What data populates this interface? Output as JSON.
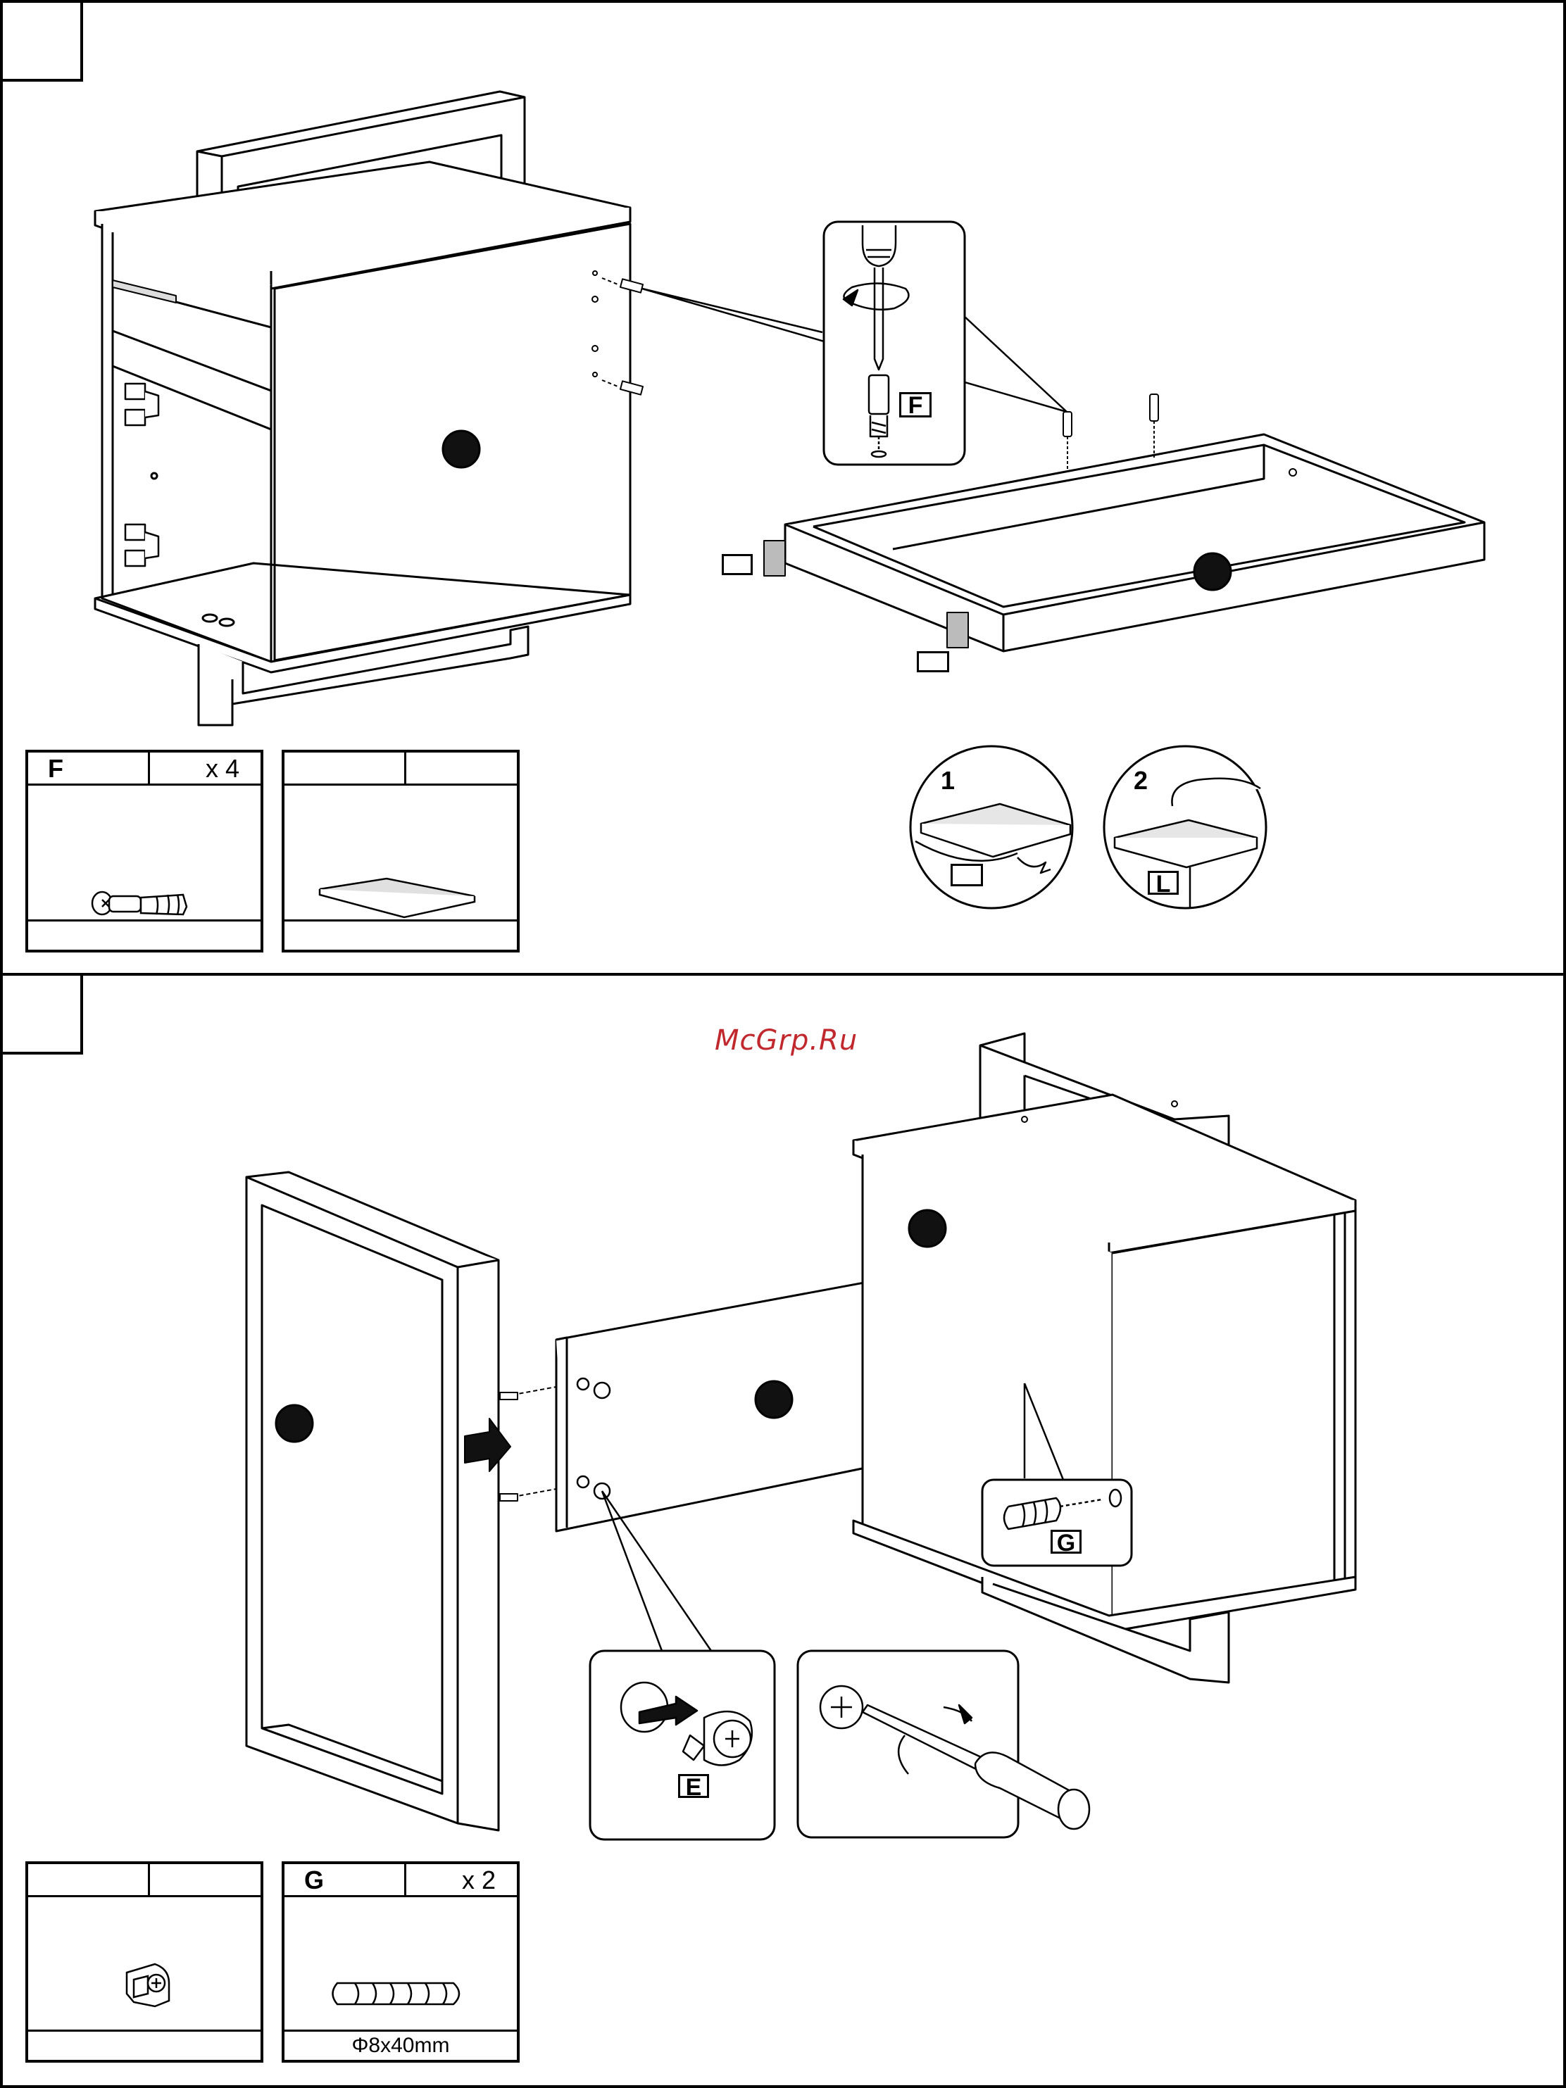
{
  "watermark": "McGrp.Ru",
  "step1": {
    "screw_callout_label": "F",
    "pad_step_labels": [
      "1",
      "2"
    ],
    "pad_label": "L",
    "parts": [
      {
        "letter": "F",
        "qty": "x 4",
        "footer": ""
      },
      {
        "letter": "",
        "qty": "",
        "footer": ""
      }
    ]
  },
  "step2": {
    "dowel_callout_label": "G",
    "cam_callout_label": "E",
    "parts": [
      {
        "letter": "",
        "qty": "",
        "footer": ""
      },
      {
        "letter": "G",
        "qty": "x 2",
        "footer": "Φ8x40mm"
      }
    ]
  },
  "icons": [
    "screwdriver-icon",
    "cam-lock-icon",
    "dowel-icon",
    "felt-pad-icon",
    "cam-bolt-icon",
    "push-arrow-icon"
  ]
}
